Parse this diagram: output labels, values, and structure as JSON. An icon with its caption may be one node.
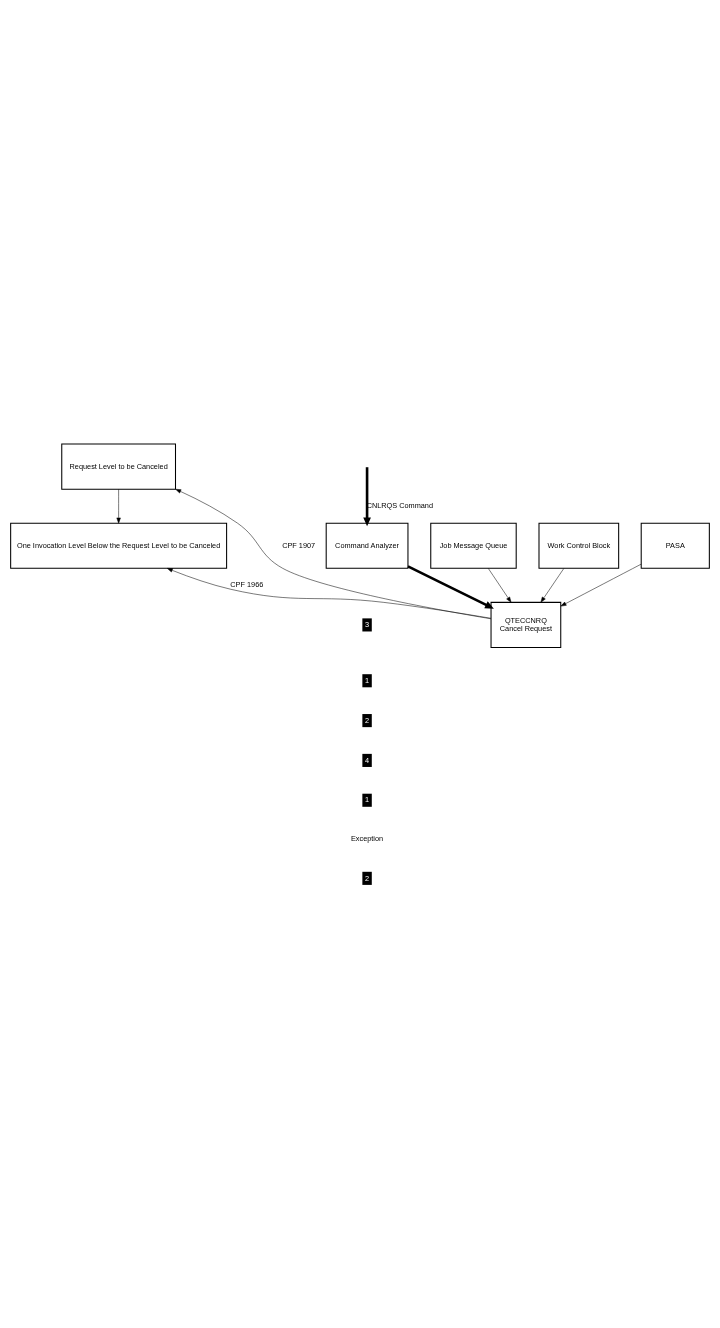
{
  "diagram": {
    "nodes": [
      {
        "text": [
          "Request Level to be Canceled"
        ]
      },
      {
        "text": [
          "One Invocation Level Below the Request Level to be Canceled"
        ]
      },
      {
        "text": [
          "Command Analyzer"
        ]
      },
      {
        "text": [
          "Job Message Queue"
        ]
      },
      {
        "text": [
          "QTECCNRQ",
          "Cancel Request"
        ]
      },
      {
        "text": [
          "Work Control Block"
        ]
      },
      {
        "text": [
          "PASA"
        ]
      }
    ],
    "edges": [
      {
        "from": 0,
        "to": 1,
        "arrow": "to"
      },
      {
        "from": null,
        "to": 2,
        "arrow": "to",
        "label": "CNLRQS Command",
        "style": "thick"
      },
      {
        "from": 2,
        "to": 4,
        "arrow": "to",
        "style": "thick"
      },
      {
        "from": 3,
        "to": 4,
        "arrow": "to"
      },
      {
        "from": 4,
        "to": 1,
        "arrow": "to",
        "label": "CPF 1966"
      },
      {
        "from": 5,
        "to": 4,
        "arrow": "to"
      },
      {
        "from": 4,
        "to": 0,
        "arrow": "to",
        "label": "CPF 1907"
      },
      {
        "from": 6,
        "to": 4,
        "arrow": "to"
      }
    ],
    "labels": [
      "3",
      "1",
      "2",
      "4",
      "1",
      "Exception",
      "2"
    ]
  }
}
